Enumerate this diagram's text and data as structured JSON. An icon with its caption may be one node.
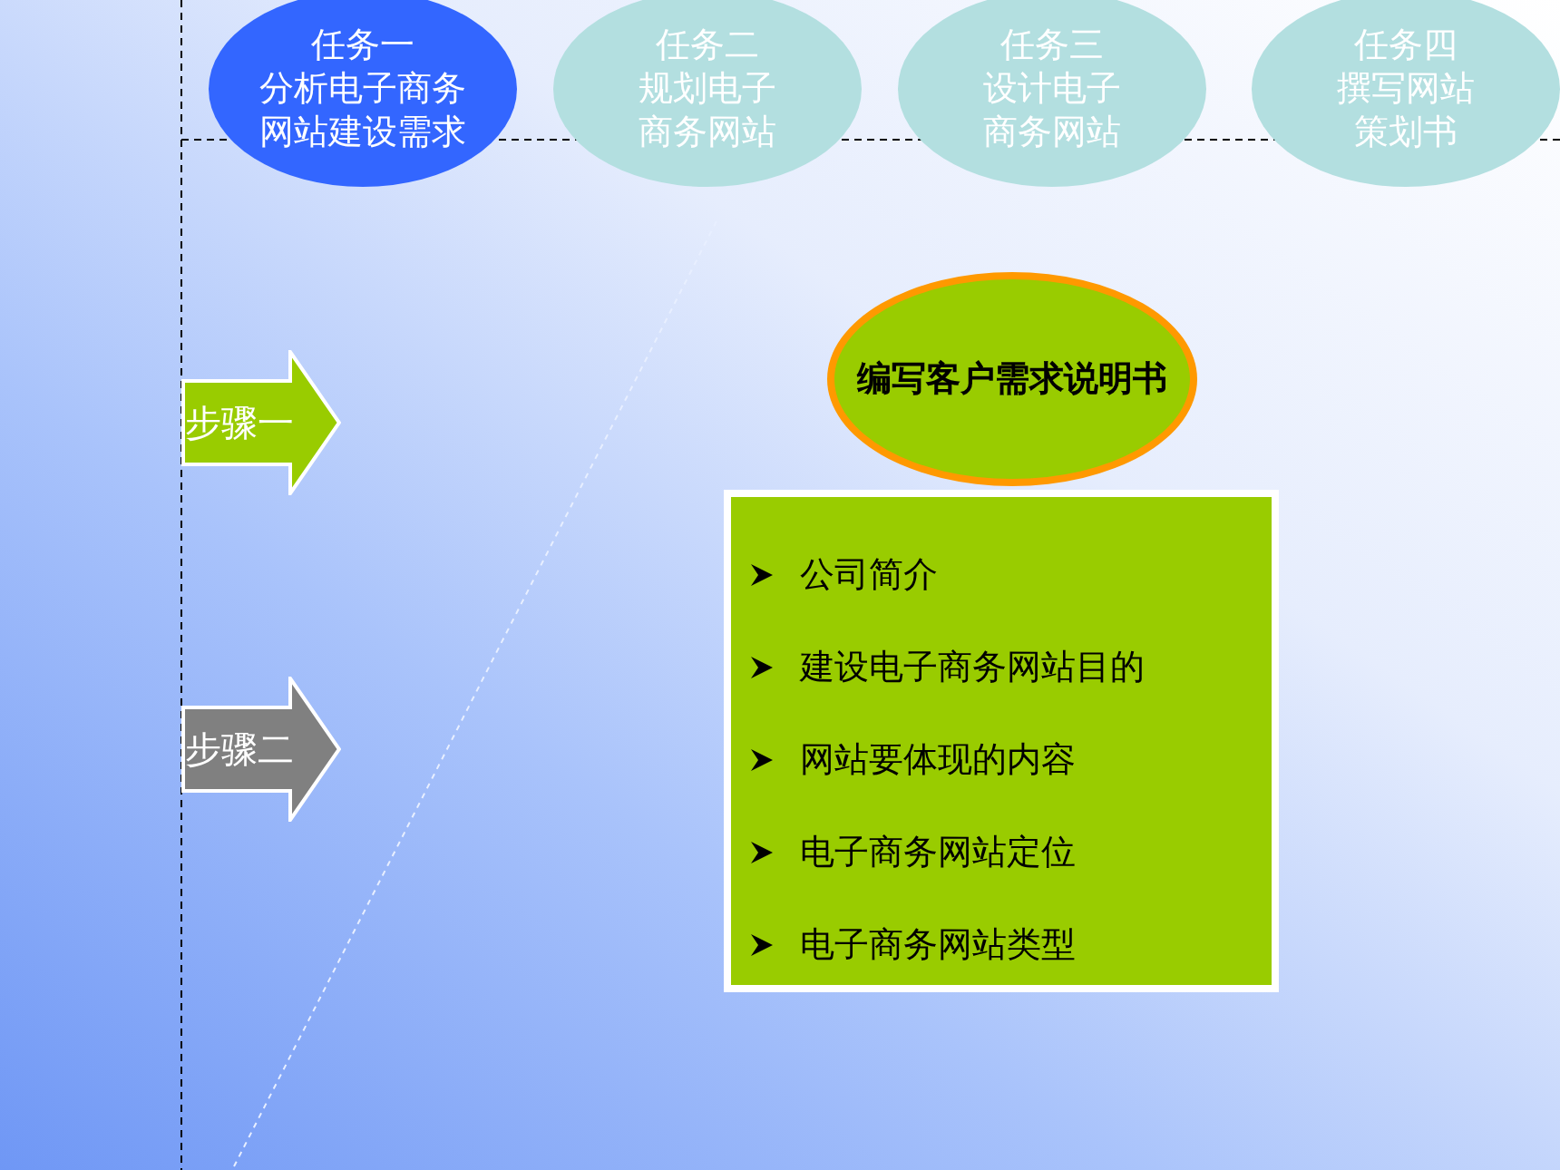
{
  "diagram": {
    "nodes": [
      {
        "text": [
          "任务一",
          "分析电子商务网站建设需求"
        ]
      },
      {
        "text": [
          "任务二",
          "规划电子商务网站"
        ]
      },
      {
        "text": [
          "任务三",
          "设计电子商务网站"
        ]
      },
      {
        "text": [
          "任务四",
          "撰写网站策划书"
        ]
      },
      {
        "text": [
          "步骤一"
        ]
      },
      {
        "text": [
          "步骤二"
        ]
      },
      {
        "text": [
          "编写客户需求说明书"
        ]
      },
      {
        "text": [
          "公司简介",
          "建设电子商务网站目的",
          "网站要体现的内容",
          "电子商务网站定位",
          "电子商务网站类型"
        ]
      }
    ],
    "edges": []
  }
}
